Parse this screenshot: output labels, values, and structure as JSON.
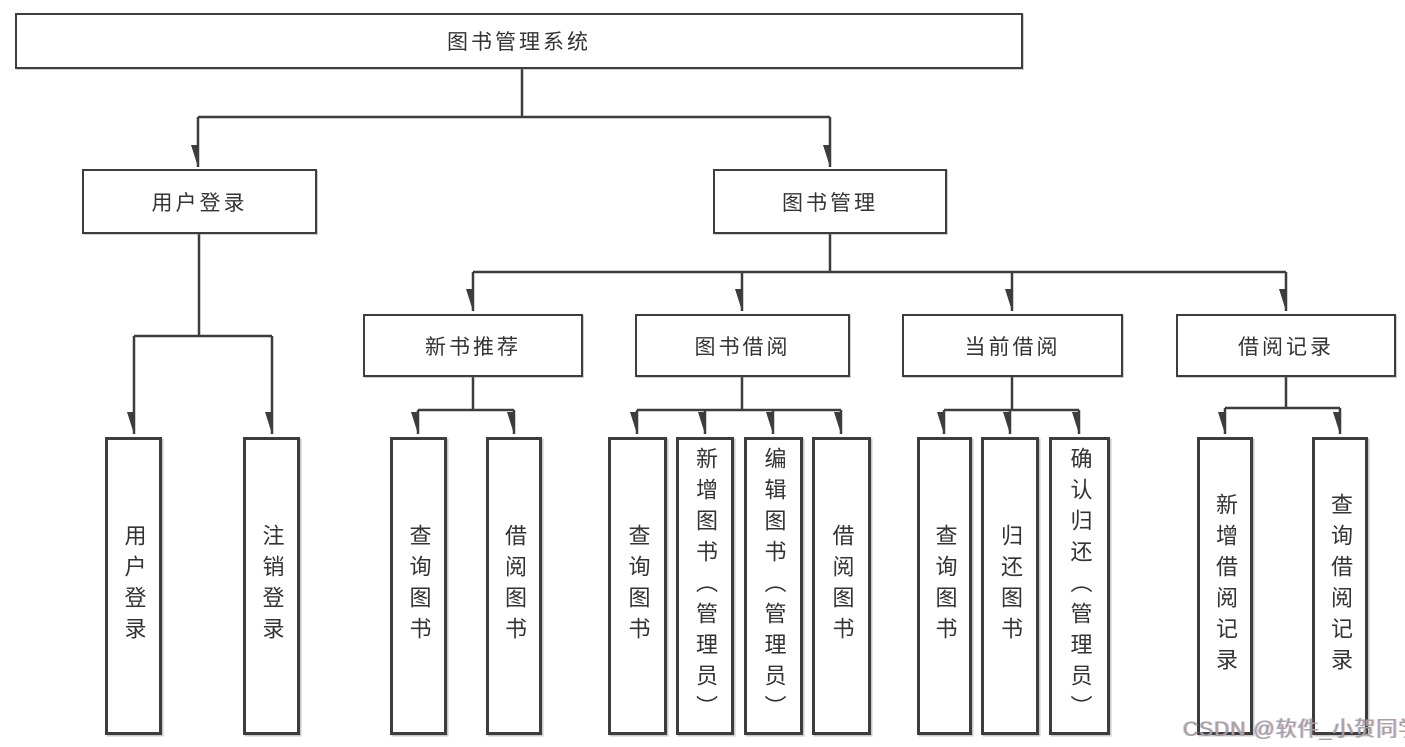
{
  "diagram": {
    "type": "tree",
    "root": {
      "label": "图书管理系统"
    },
    "level2": {
      "user_login": {
        "label": "用户登录"
      },
      "book_mgmt": {
        "label": "图书管理"
      }
    },
    "level3": {
      "new_books": {
        "label": "新书推荐"
      },
      "book_borrow": {
        "label": "图书借阅"
      },
      "current_borrow": {
        "label": "当前借阅"
      },
      "borrow_records": {
        "label": "借阅记录"
      }
    },
    "leaves": {
      "user_login": [
        "用户登录",
        "注销登录"
      ],
      "new_books": [
        "查询图书",
        "借阅图书"
      ],
      "book_borrow": [
        "查询图书",
        "新增图书（管理员）",
        "编辑图书（管理员）",
        "借阅图书"
      ],
      "current_borrow": [
        "查询图书",
        "归还图书",
        "确认归还（管理员）"
      ],
      "borrow_records": [
        "新增借阅记录",
        "查询借阅记录"
      ]
    },
    "edges": [
      [
        "图书管理系统",
        "用户登录"
      ],
      [
        "图书管理系统",
        "图书管理"
      ],
      [
        "用户登录",
        "用户登录(叶)"
      ],
      [
        "用户登录",
        "注销登录"
      ],
      [
        "图书管理",
        "新书推荐"
      ],
      [
        "图书管理",
        "图书借阅"
      ],
      [
        "图书管理",
        "当前借阅"
      ],
      [
        "图书管理",
        "借阅记录"
      ],
      [
        "新书推荐",
        "查询图书"
      ],
      [
        "新书推荐",
        "借阅图书"
      ],
      [
        "图书借阅",
        "查询图书"
      ],
      [
        "图书借阅",
        "新增图书（管理员）"
      ],
      [
        "图书借阅",
        "编辑图书（管理员）"
      ],
      [
        "图书借阅",
        "借阅图书"
      ],
      [
        "当前借阅",
        "查询图书"
      ],
      [
        "当前借阅",
        "归还图书"
      ],
      [
        "当前借阅",
        "确认归还（管理员）"
      ],
      [
        "借阅记录",
        "新增借阅记录"
      ],
      [
        "借阅记录",
        "查询借阅记录"
      ]
    ],
    "watermark": "CSDN @软件_小贺同学"
  },
  "colors": {
    "line": "#3d3d3d",
    "border": "#3d3d3d",
    "text": "#333333",
    "watermark": "#a3a3a3",
    "background": "#ffffff"
  }
}
